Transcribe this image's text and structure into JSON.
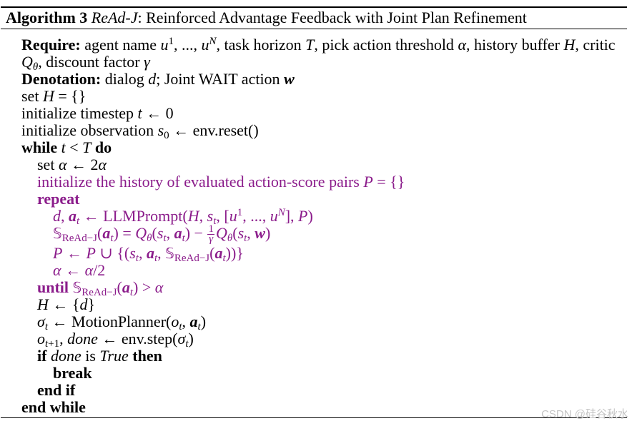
{
  "colors": {
    "text": "#000000",
    "highlight": "#8b1c8b",
    "watermark": "#c4c4c4"
  },
  "algorithm": {
    "caption": [
      {
        "t": "Algorithm 3",
        "bf": true
      },
      {
        "t": " "
      },
      {
        "t": "ReAd-J",
        "it": true
      },
      {
        "t": ": Reinforced Advantage Feedback with Joint Plan Refinement"
      }
    ],
    "lines": [
      [
        {
          "t": "Require:",
          "bf": true
        },
        {
          "t": " agent name "
        },
        {
          "t": "u",
          "it": true
        },
        {
          "t": "1",
          "sup": true
        },
        {
          "t": ", ..., "
        },
        {
          "t": "u",
          "it": true
        },
        {
          "t": "N",
          "it": true,
          "sup": true
        },
        {
          "t": ", task horizon "
        },
        {
          "t": "T",
          "it": true
        },
        {
          "t": ", pick action threshold "
        },
        {
          "t": "α",
          "it": true
        },
        {
          "t": ", history buffer "
        },
        {
          "t": "H",
          "it": true
        },
        {
          "t": ", critic"
        }
      ],
      [
        {
          "t": "Q",
          "it": true
        },
        {
          "t": "θ",
          "it": true,
          "sub": true
        },
        {
          "t": ", discount factor "
        },
        {
          "t": "γ",
          "it": true
        }
      ],
      [
        {
          "t": "Denotation:",
          "bf": true
        },
        {
          "t": " dialog "
        },
        {
          "t": "d",
          "it": true
        },
        {
          "t": "; Joint WAIT action "
        },
        {
          "t": "w",
          "it": true,
          "bf": true
        }
      ],
      [
        {
          "t": "set "
        },
        {
          "t": "H",
          "it": true
        },
        {
          "t": " = {}"
        }
      ],
      [
        {
          "t": "initialize timestep "
        },
        {
          "t": "t",
          "it": true
        },
        {
          "t": " ← 0"
        }
      ],
      [
        {
          "t": "initialize observation "
        },
        {
          "t": "s",
          "it": true
        },
        {
          "t": "0",
          "sub": true
        },
        {
          "t": " ← env.reset()"
        }
      ],
      [
        {
          "t": "while ",
          "bf": true
        },
        {
          "t": "t",
          "it": true
        },
        {
          "t": " < "
        },
        {
          "t": "T",
          "it": true
        },
        {
          "t": " do",
          "bf": true
        }
      ],
      [
        {
          "t": "set "
        },
        {
          "t": "α",
          "it": true
        },
        {
          "t": " ← 2"
        },
        {
          "t": "α",
          "it": true
        }
      ],
      [
        {
          "t": "initialize the history of evaluated action-score pairs "
        },
        {
          "t": "P",
          "cal": true
        },
        {
          "t": " = {}"
        }
      ],
      [
        {
          "t": "repeat",
          "bf": true
        }
      ],
      [
        {
          "t": "d",
          "it": true
        },
        {
          "t": ", "
        },
        {
          "t": "a",
          "it": true,
          "bf": true
        },
        {
          "t": "t",
          "it": true,
          "sub": true
        },
        {
          "t": " ← LLMPrompt("
        },
        {
          "t": "H",
          "it": true
        },
        {
          "t": ", "
        },
        {
          "t": "s",
          "it": true
        },
        {
          "t": "t",
          "it": true,
          "sub": true
        },
        {
          "t": ", ["
        },
        {
          "t": "u",
          "it": true
        },
        {
          "t": "1",
          "sup": true
        },
        {
          "t": ", ..., "
        },
        {
          "t": "u",
          "it": true
        },
        {
          "t": "N",
          "it": true,
          "sup": true
        },
        {
          "t": "], "
        },
        {
          "t": "P",
          "cal": true
        },
        {
          "t": ")"
        }
      ],
      [
        {
          "t": "𝕊",
          "bb": true
        },
        {
          "t": "ReAd−J",
          "sub": true
        },
        {
          "t": "("
        },
        {
          "t": "a",
          "it": true,
          "bf": true
        },
        {
          "t": "t",
          "it": true,
          "sub": true
        },
        {
          "t": ") = "
        },
        {
          "t": "Q",
          "it": true
        },
        {
          "t": "θ",
          "it": true,
          "sub": true
        },
        {
          "t": "("
        },
        {
          "t": "s",
          "it": true
        },
        {
          "t": "t",
          "it": true,
          "sub": true
        },
        {
          "t": ", "
        },
        {
          "t": "a",
          "it": true,
          "bf": true
        },
        {
          "t": "t",
          "it": true,
          "sub": true
        },
        {
          "t": ") − "
        },
        {
          "frac": {
            "num": "1",
            "den": "γ"
          }
        },
        {
          "t": "Q",
          "it": true
        },
        {
          "t": "θ",
          "it": true,
          "sub": true
        },
        {
          "t": "("
        },
        {
          "t": "s",
          "it": true
        },
        {
          "t": "t",
          "it": true,
          "sub": true
        },
        {
          "t": ", "
        },
        {
          "t": "w",
          "it": true,
          "bf": true
        },
        {
          "t": ")"
        }
      ],
      [
        {
          "t": "P",
          "cal": true
        },
        {
          "t": " ← "
        },
        {
          "t": "P",
          "cal": true
        },
        {
          "t": " ∪ {("
        },
        {
          "t": "s",
          "it": true
        },
        {
          "t": "t",
          "it": true,
          "sub": true
        },
        {
          "t": ", "
        },
        {
          "t": "a",
          "it": true,
          "bf": true
        },
        {
          "t": "t",
          "it": true,
          "sub": true
        },
        {
          "t": ", "
        },
        {
          "t": "𝕊",
          "bb": true
        },
        {
          "t": "ReAd−J",
          "sub": true
        },
        {
          "t": "("
        },
        {
          "t": "a",
          "it": true,
          "bf": true
        },
        {
          "t": "t",
          "it": true,
          "sub": true
        },
        {
          "t": "))}"
        }
      ],
      [
        {
          "t": "α",
          "it": true
        },
        {
          "t": " ← "
        },
        {
          "t": "α",
          "it": true
        },
        {
          "t": "/2"
        }
      ],
      [
        {
          "t": "until ",
          "bf": true
        },
        {
          "t": "𝕊",
          "bb": true
        },
        {
          "t": "ReAd−J",
          "sub": true
        },
        {
          "t": "("
        },
        {
          "t": "a",
          "it": true,
          "bf": true
        },
        {
          "t": "t",
          "it": true,
          "sub": true
        },
        {
          "t": ") > "
        },
        {
          "t": "α",
          "it": true
        }
      ],
      [
        {
          "t": "H",
          "it": true
        },
        {
          "t": " ← {"
        },
        {
          "t": "d",
          "it": true
        },
        {
          "t": "}"
        }
      ],
      [
        {
          "t": "σ",
          "it": true
        },
        {
          "t": "t",
          "it": true,
          "sub": true
        },
        {
          "t": " ← MotionPlanner("
        },
        {
          "t": "o",
          "it": true
        },
        {
          "t": "t",
          "it": true,
          "sub": true
        },
        {
          "t": ", "
        },
        {
          "t": "a",
          "it": true,
          "bf": true
        },
        {
          "t": "t",
          "it": true,
          "sub": true
        },
        {
          "t": ")"
        }
      ],
      [
        {
          "t": "o",
          "it": true
        },
        {
          "t": "t",
          "it": true,
          "sub": true
        },
        {
          "t": "+1",
          "sub": true
        },
        {
          "t": ", "
        },
        {
          "t": "done",
          "it": true
        },
        {
          "t": " ← env.step("
        },
        {
          "t": "σ",
          "it": true
        },
        {
          "t": "t",
          "it": true,
          "sub": true
        },
        {
          "t": ")"
        }
      ],
      [
        {
          "t": "if ",
          "bf": true
        },
        {
          "t": "done",
          "it": true
        },
        {
          "t": " is "
        },
        {
          "t": "True",
          "it": true
        },
        {
          "t": " then",
          "bf": true
        }
      ],
      [
        {
          "t": "break",
          "bf": true
        }
      ],
      [
        {
          "t": "end if",
          "bf": true
        }
      ],
      [
        {
          "t": "end while",
          "bf": true
        }
      ]
    ]
  },
  "watermark": "CSDN @硅谷秋水"
}
